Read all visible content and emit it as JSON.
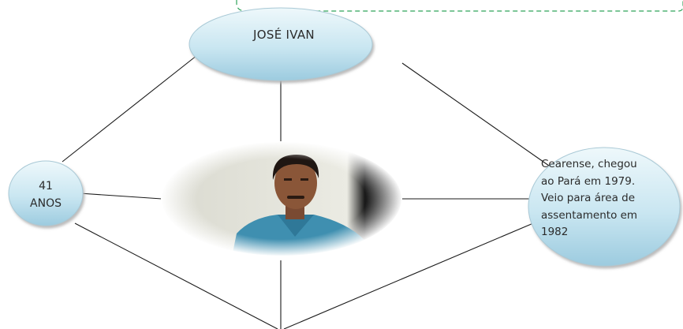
{
  "diagram": {
    "name_node": {
      "label": "JOSÉ IVAN"
    },
    "age_node": {
      "lines": [
        "41",
        "ANOS"
      ]
    },
    "bio_node": {
      "lines": [
        "Cearense, chegou",
        "ao Pará em 1979.",
        "Veio para área de",
        "assentamento em",
        "1982"
      ]
    },
    "photo_node": {
      "subject": "portrait photograph"
    },
    "colors": {
      "node_fill_light": "#e6f5fa",
      "node_fill_dark": "#9ccbdf",
      "node_shadow": "#c7c7c7",
      "connector": "#1a1a1a",
      "dashed_box": "#2fa35a"
    }
  }
}
